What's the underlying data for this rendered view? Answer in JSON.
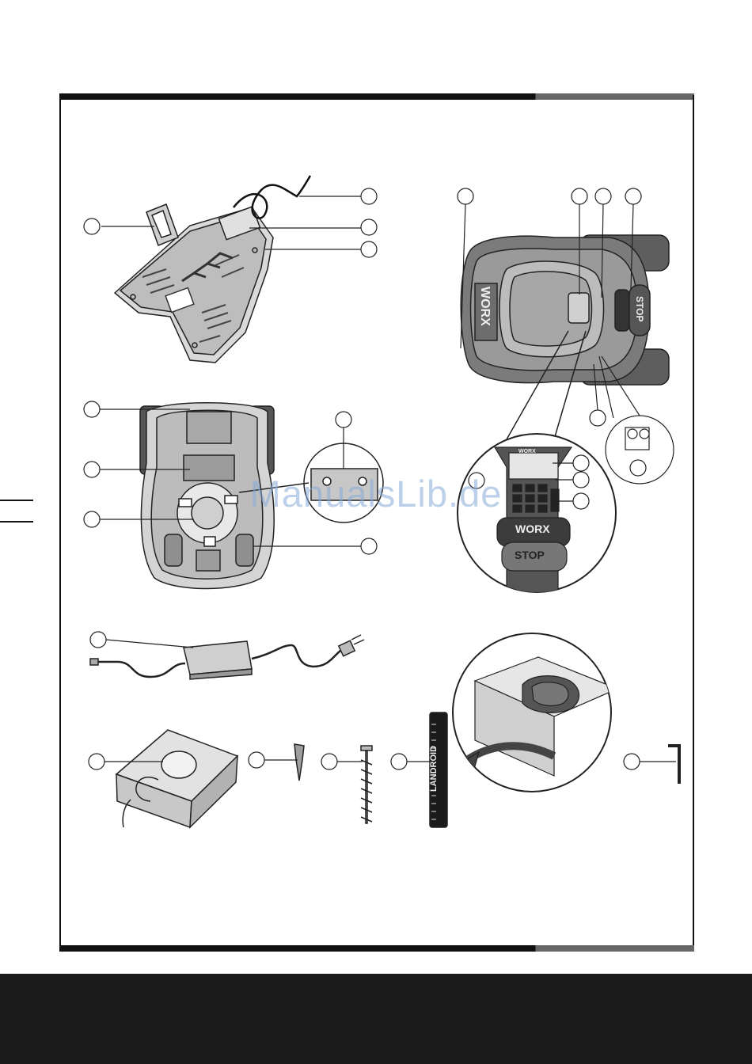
{
  "brand_logo": "WORX",
  "stop_label": "STOP",
  "blade_brand": "LANDROID",
  "watermark_text": "ManualsLib.de",
  "colors": {
    "frame": "#111111",
    "footer": "#1c1c1c",
    "watermark": "#87aad7",
    "product_grey": "#6f6f6f"
  },
  "icons": [
    "charging-station",
    "mower-top-view",
    "mower-bottom-view",
    "power-supply",
    "wire-spool",
    "peg",
    "screw",
    "ruler-tool",
    "hex-key"
  ]
}
